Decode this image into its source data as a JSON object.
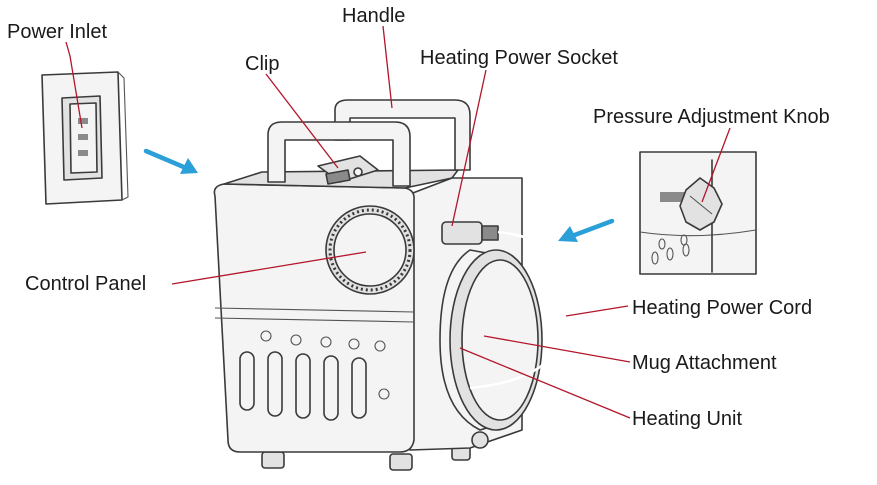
{
  "labels": {
    "power_inlet": "Power Inlet",
    "handle": "Handle",
    "clip": "Clip",
    "heating_power_socket": "Heating Power Socket",
    "pressure_adjustment_knob": "Pressure Adjustment Knob",
    "control_panel": "Control Panel",
    "heating_power_cord": "Heating Power Cord",
    "mug_attachment": "Mug Attachment",
    "heating_unit": "Heating Unit"
  },
  "colors": {
    "leader_line": "#b3162b",
    "arrow": "#2a9fd8",
    "line_art": "#3a3a3a",
    "text": "#1a1a1a"
  }
}
